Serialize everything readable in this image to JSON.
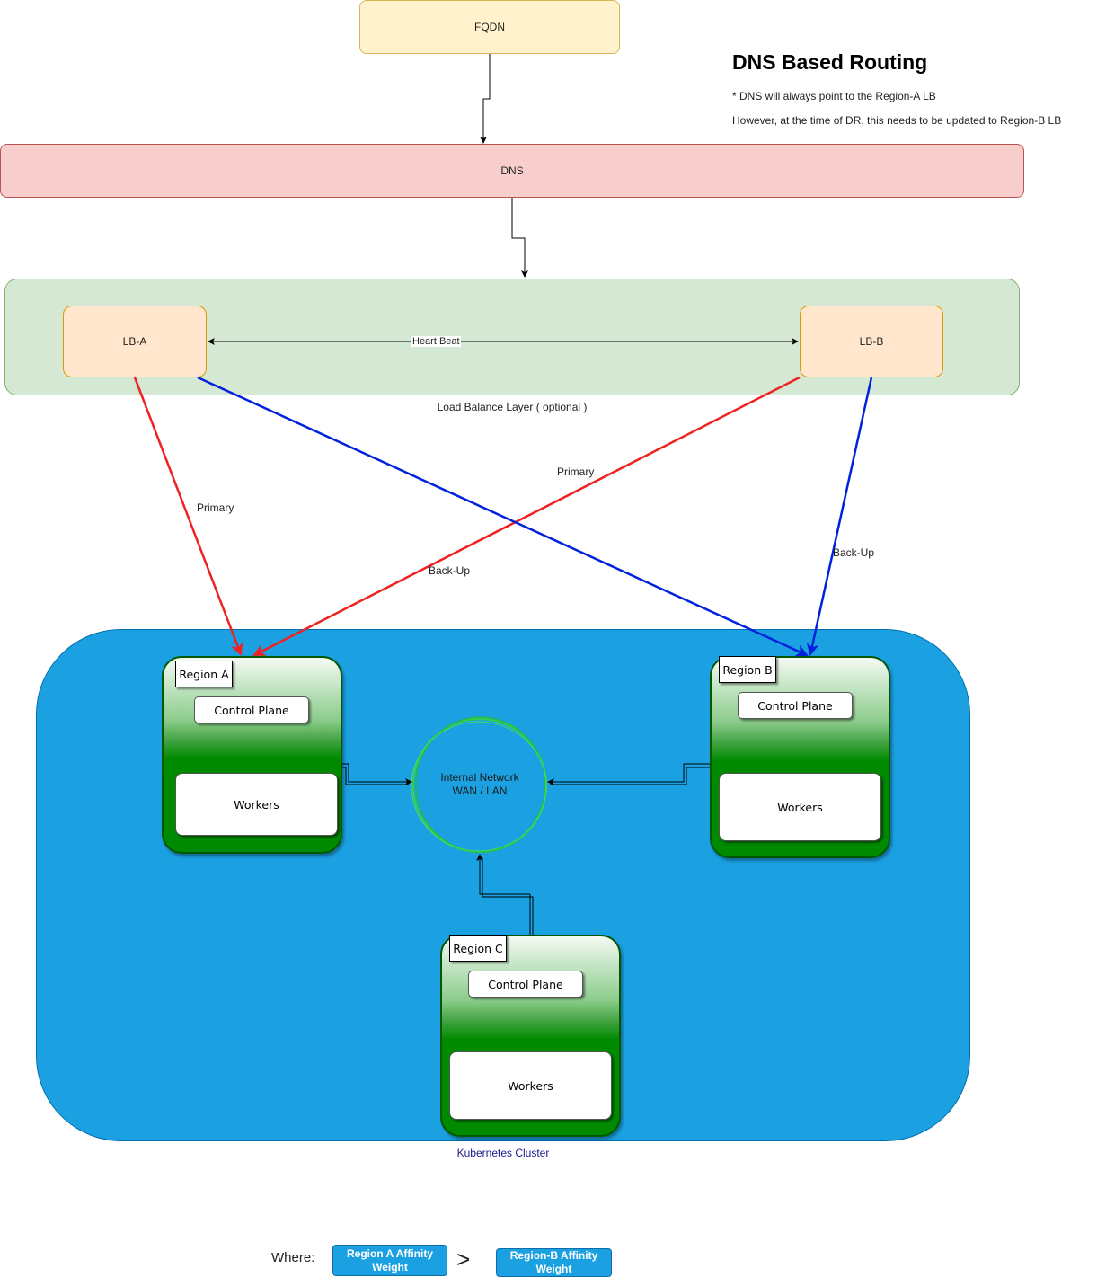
{
  "header": {
    "title": "DNS Based Routing",
    "note_1": "* DNS will always point to the Region-A  LB",
    "note_2": "However, at the time of DR, this needs to be updated to Region-B LB"
  },
  "nodes": {
    "fqdn": "FQDN",
    "dns": "DNS",
    "lb_a": "LB-A",
    "lb_b": "LB-B",
    "lb_layer_caption": "Load Balance Layer ( optional )",
    "heartbeat": "Heart  Beat"
  },
  "edges": {
    "lb_a_to_region_a": "Primary",
    "lb_b_to_region_a": "Back-Up",
    "lb_b_to_region_a_top": "Primary",
    "lb_b_to_region_b": "Back-Up"
  },
  "cluster": {
    "caption": "Kubernetes Cluster",
    "network_line1": "Internal Network",
    "network_line2": "WAN / LAN",
    "regions": [
      {
        "name": "Region  A",
        "control_plane": "Control Plane",
        "workers": "Workers"
      },
      {
        "name": "Region  B",
        "control_plane": "Control Plane",
        "workers": "Workers"
      },
      {
        "name": "Region  C",
        "control_plane": "Control Plane",
        "workers": "Workers"
      }
    ]
  },
  "legend": {
    "where": "Where:",
    "region_a_affinity": "Region A Affinity Weight",
    "comparator": ">",
    "region_b_affinity": "Region-B  Affinity Weight"
  },
  "colors": {
    "primary_arrow": "#ee2222",
    "backup_arrow": "#0022dd",
    "cluster_fill": "#1ba1e2",
    "network_ring": "#33cc55"
  }
}
